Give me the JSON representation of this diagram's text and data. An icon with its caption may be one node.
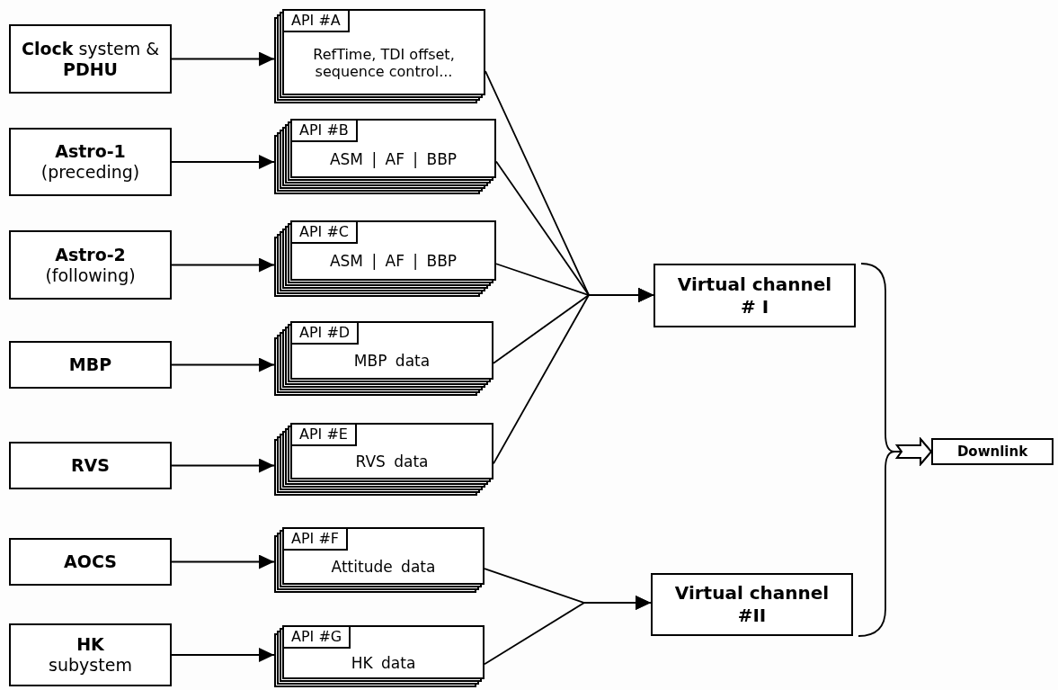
{
  "diagram": {
    "nodes": [
      {
        "text": [
          "**Clock** system & **PDHU**"
        ]
      },
      {
        "text": [
          "Astro-1",
          "(preceding)"
        ]
      },
      {
        "text": [
          "Astro-2",
          "(following)"
        ]
      },
      {
        "text": [
          "MBP"
        ]
      },
      {
        "text": [
          "RVS"
        ]
      },
      {
        "text": [
          "AOCS"
        ]
      },
      {
        "text": [
          "HK",
          "subystem"
        ]
      },
      {
        "text": [
          "API #A",
          "RefTime, TDI offset, sequence control..."
        ]
      },
      {
        "text": [
          "API #B",
          "ASM | AF | BBP"
        ]
      },
      {
        "text": [
          "API #C",
          "ASM | AF | BBP"
        ]
      },
      {
        "text": [
          "API #D",
          "MBP data"
        ]
      },
      {
        "text": [
          "API #E",
          "RVS data"
        ]
      },
      {
        "text": [
          "API #F",
          "Attitude data"
        ]
      },
      {
        "text": [
          "API #G",
          "HK data"
        ]
      },
      {
        "text": [
          "Virtual channel # I"
        ]
      },
      {
        "text": [
          "Virtual channel #II"
        ]
      },
      {
        "text": [
          "Downlink"
        ]
      }
    ],
    "edges": [
      {
        "from": 0,
        "to": 7,
        "arrow": "to"
      },
      {
        "from": 1,
        "to": 8,
        "arrow": "to"
      },
      {
        "from": 2,
        "to": 9,
        "arrow": "to"
      },
      {
        "from": 3,
        "to": 10,
        "arrow": "to"
      },
      {
        "from": 4,
        "to": 11,
        "arrow": "to"
      },
      {
        "from": 5,
        "to": 12,
        "arrow": "to"
      },
      {
        "from": 6,
        "to": 13,
        "arrow": "to"
      },
      {
        "from": 7,
        "to": 14,
        "arrow": "to"
      },
      {
        "from": 8,
        "to": 14,
        "arrow": "to"
      },
      {
        "from": 9,
        "to": 14,
        "arrow": "to"
      },
      {
        "from": 10,
        "to": 14,
        "arrow": "to"
      },
      {
        "from": 11,
        "to": 14,
        "arrow": "to"
      },
      {
        "from": 12,
        "to": 15,
        "arrow": "to"
      },
      {
        "from": 13,
        "to": 15,
        "arrow": "to"
      },
      {
        "from": 14,
        "to": 16,
        "arrow": "to"
      },
      {
        "from": 15,
        "to": 16,
        "arrow": "to"
      }
    ]
  }
}
